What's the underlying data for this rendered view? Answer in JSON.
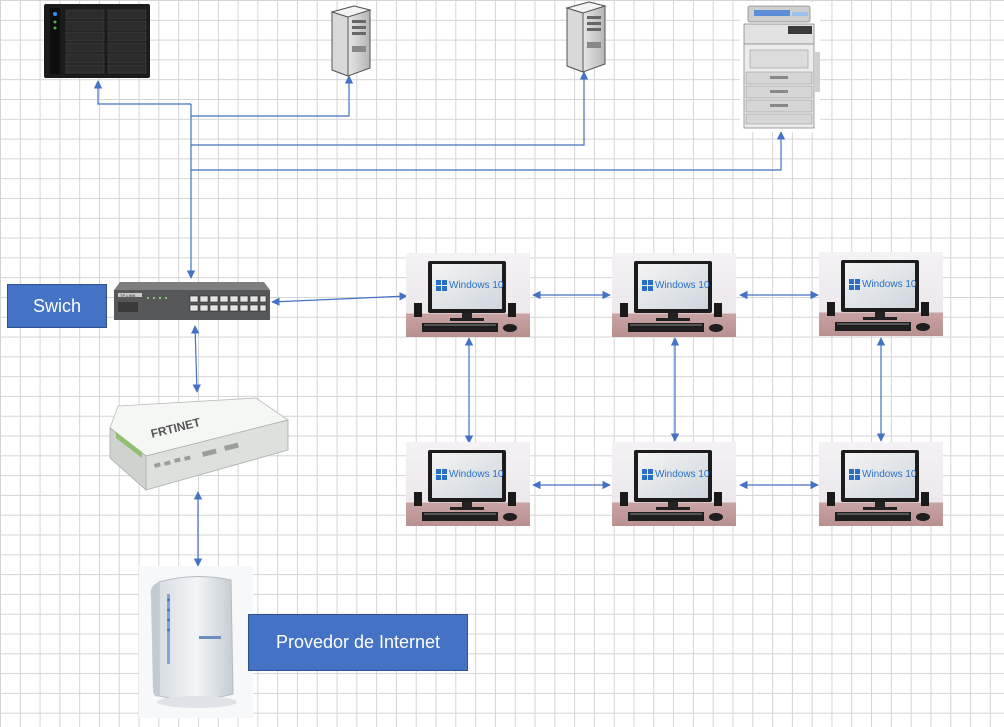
{
  "labels": {
    "switch": "Swich",
    "isp": "Provedor de Internet"
  },
  "os_label": "Windows 10",
  "brands": {
    "switch": "TP-LINK",
    "firewall": "FRTINET"
  },
  "colors": {
    "connector": "#4472c4",
    "label_fill": "#4472c4",
    "label_text": "#ffffff",
    "grid": "#d4d4d4",
    "windows_blue": "#2a6fc6"
  },
  "nodes": [
    {
      "id": "nas",
      "type": "nas-storage-icon"
    },
    {
      "id": "server1",
      "type": "tower-server-icon"
    },
    {
      "id": "server2",
      "type": "tower-server-icon"
    },
    {
      "id": "printer",
      "type": "multifunction-printer-icon"
    },
    {
      "id": "switch",
      "type": "network-switch-icon"
    },
    {
      "id": "firewall",
      "type": "firewall-appliance-icon"
    },
    {
      "id": "modem",
      "type": "modem-icon"
    },
    {
      "id": "pc1",
      "type": "windows-pc-icon"
    },
    {
      "id": "pc2",
      "type": "windows-pc-icon"
    },
    {
      "id": "pc3",
      "type": "windows-pc-icon"
    },
    {
      "id": "pc4",
      "type": "windows-pc-icon"
    },
    {
      "id": "pc5",
      "type": "windows-pc-icon"
    },
    {
      "id": "pc6",
      "type": "windows-pc-icon"
    }
  ]
}
